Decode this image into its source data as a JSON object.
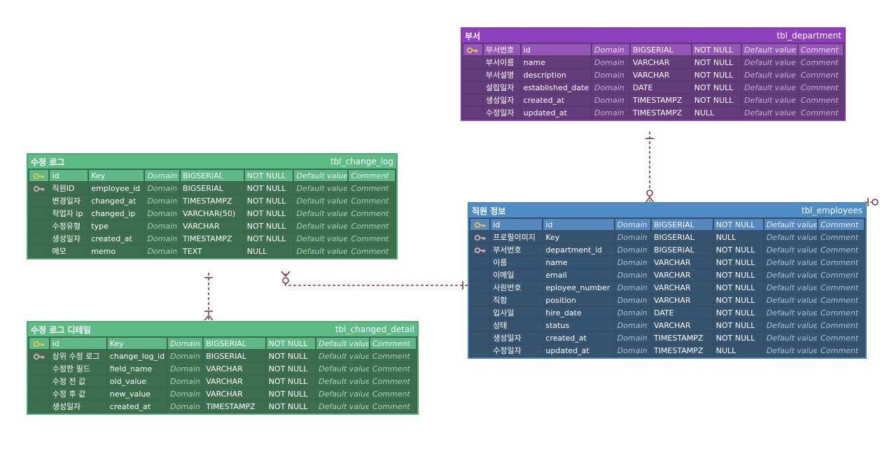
{
  "relationship_color": "#7a3a46",
  "entities": {
    "department": {
      "label": "부서",
      "table": "tbl_department",
      "columns": [
        {
          "key": "pk",
          "label": "부서번호",
          "name": "id",
          "domain": "Domain",
          "type": "BIGSERIAL",
          "null": "NOT NULL",
          "default": "Default value",
          "comment": "Comment"
        },
        {
          "key": "",
          "label": "부서이름",
          "name": "name",
          "domain": "Domain",
          "type": "VARCHAR",
          "null": "NOT NULL",
          "default": "Default value",
          "comment": "Comment"
        },
        {
          "key": "",
          "label": "부서설명",
          "name": "description",
          "domain": "Domain",
          "type": "VARCHAR",
          "null": "NOT NULL",
          "default": "Default value",
          "comment": "Comment"
        },
        {
          "key": "",
          "label": "설립일자",
          "name": "established_date",
          "domain": "Domain",
          "type": "DATE",
          "null": "NOT NULL",
          "default": "Default value",
          "comment": "Comment"
        },
        {
          "key": "",
          "label": "생성일자",
          "name": "created_at",
          "domain": "Domain",
          "type": "TIMESTAMPZ",
          "null": "NOT NULL",
          "default": "Default value",
          "comment": "Comment"
        },
        {
          "key": "",
          "label": "수정일자",
          "name": "updated_at",
          "domain": "Domain",
          "type": "TIMESTAMPZ",
          "null": "NULL",
          "default": "Default value",
          "comment": "Comment"
        }
      ]
    },
    "change_log": {
      "label": "수정 로그",
      "table": "tbl_change_log",
      "columns": [
        {
          "key": "pk",
          "label": "id",
          "name": "Key",
          "domain": "Domain",
          "type": "BIGSERIAL",
          "null": "NOT NULL",
          "default": "Default value",
          "comment": "Comment"
        },
        {
          "key": "fk",
          "label": "직원ID",
          "name": "employee_id",
          "domain": "Domain",
          "type": "BIGSERIAL",
          "null": "NOT NULL",
          "default": "Default value",
          "comment": "Comment"
        },
        {
          "key": "",
          "label": "변경일자",
          "name": "changed_at",
          "domain": "Domain",
          "type": "TIMESTAMPZ",
          "null": "NOT NULL",
          "default": "Default value",
          "comment": "Comment"
        },
        {
          "key": "",
          "label": "작업자 ip",
          "name": "changed_ip",
          "domain": "Domain",
          "type": "VARCHAR(50)",
          "null": "NOT NULL",
          "default": "Default value",
          "comment": "Comment"
        },
        {
          "key": "",
          "label": "수정유형",
          "name": "type",
          "domain": "Domain",
          "type": "VARCHAR",
          "null": "NOT NULL",
          "default": "Default value",
          "comment": "Comment"
        },
        {
          "key": "",
          "label": "생성일자",
          "name": "created_at",
          "domain": "Domain",
          "type": "TIMESTAMPZ",
          "null": "NOT NULL",
          "default": "Default value",
          "comment": "Comment"
        },
        {
          "key": "",
          "label": "메모",
          "name": "memo",
          "domain": "Domain",
          "type": "TEXT",
          "null": "NULL",
          "default": "Default value",
          "comment": "Comment"
        }
      ]
    },
    "changed_detail": {
      "label": "수정 로그 디테일",
      "table": "tbl_changed_detail",
      "columns": [
        {
          "key": "pk",
          "label": "id",
          "name": "Key",
          "domain": "Domain",
          "type": "BIGSERIAL",
          "null": "NOT NULL",
          "default": "Default value",
          "comment": "Comment"
        },
        {
          "key": "fk",
          "label": "상위 수정 로그",
          "name": "change_log_id",
          "domain": "Domain",
          "type": "BIGSERIAL",
          "null": "NOT NULL",
          "default": "Default value",
          "comment": "Comment"
        },
        {
          "key": "",
          "label": "수정한 필드",
          "name": "field_name",
          "domain": "Domain",
          "type": "VARCHAR",
          "null": "NOT NULL",
          "default": "Default value",
          "comment": "Comment"
        },
        {
          "key": "",
          "label": "수정 전 값",
          "name": "old_value",
          "domain": "Domain",
          "type": "VARCHAR",
          "null": "NOT NULL",
          "default": "Default value",
          "comment": "Comment"
        },
        {
          "key": "",
          "label": "수정 후 값",
          "name": "new_value",
          "domain": "Domain",
          "type": "VARCHAR",
          "null": "NOT NULL",
          "default": "Default value",
          "comment": "Comment"
        },
        {
          "key": "",
          "label": "생성일자",
          "name": "created_at",
          "domain": "Domain",
          "type": "TIMESTAMPZ",
          "null": "NOT NULL",
          "default": "Default value",
          "comment": "Comment"
        }
      ]
    },
    "employees": {
      "label": "직원 정보",
      "table": "tbl_employees",
      "columns": [
        {
          "key": "pk",
          "label": "id",
          "name": "id",
          "domain": "Domain",
          "type": "BIGSERIAL",
          "null": "NOT NULL",
          "default": "Default value",
          "comment": "Comment"
        },
        {
          "key": "fk",
          "label": "프로필이미지",
          "name": "Key",
          "domain": "Domain",
          "type": "BIGSERIAL",
          "null": "NULL",
          "default": "Default value",
          "comment": "Comment"
        },
        {
          "key": "fk",
          "label": "부서번호",
          "name": "department_id",
          "domain": "Domain",
          "type": "BIGSERIAL",
          "null": "NOT NULL",
          "default": "Default value",
          "comment": "Comment"
        },
        {
          "key": "",
          "label": "이름",
          "name": "name",
          "domain": "Domain",
          "type": "VARCHAR",
          "null": "NOT NULL",
          "default": "Default value",
          "comment": "Comment"
        },
        {
          "key": "",
          "label": "이메일",
          "name": "email",
          "domain": "Domain",
          "type": "VARCHAR",
          "null": "NOT NULL",
          "default": "Default value",
          "comment": "Comment"
        },
        {
          "key": "",
          "label": "사원번호",
          "name": "eployee_number",
          "domain": "Domain",
          "type": "VARCHAR",
          "null": "NOT NULL",
          "default": "Default value",
          "comment": "Comment"
        },
        {
          "key": "",
          "label": "직함",
          "name": "position",
          "domain": "Domain",
          "type": "VARCHAR",
          "null": "NOT NULL",
          "default": "Default value",
          "comment": "Comment"
        },
        {
          "key": "",
          "label": "입사일",
          "name": "hire_date",
          "domain": "Domain",
          "type": "DATE",
          "null": "NOT NULL",
          "default": "Default value",
          "comment": "Comment"
        },
        {
          "key": "",
          "label": "상태",
          "name": "status",
          "domain": "Domain",
          "type": "VARCHAR",
          "null": "NOT NULL",
          "default": "Default value",
          "comment": "Comment"
        },
        {
          "key": "",
          "label": "생성일자",
          "name": "created_at",
          "domain": "Domain",
          "type": "TIMESTAMPZ",
          "null": "NOT NULL",
          "default": "Default value",
          "comment": "Comment"
        },
        {
          "key": "",
          "label": "수정일자",
          "name": "updated_at",
          "domain": "Domain",
          "type": "TIMESTAMPZ",
          "null": "NULL",
          "default": "Default value",
          "comment": "Comment"
        }
      ]
    }
  }
}
